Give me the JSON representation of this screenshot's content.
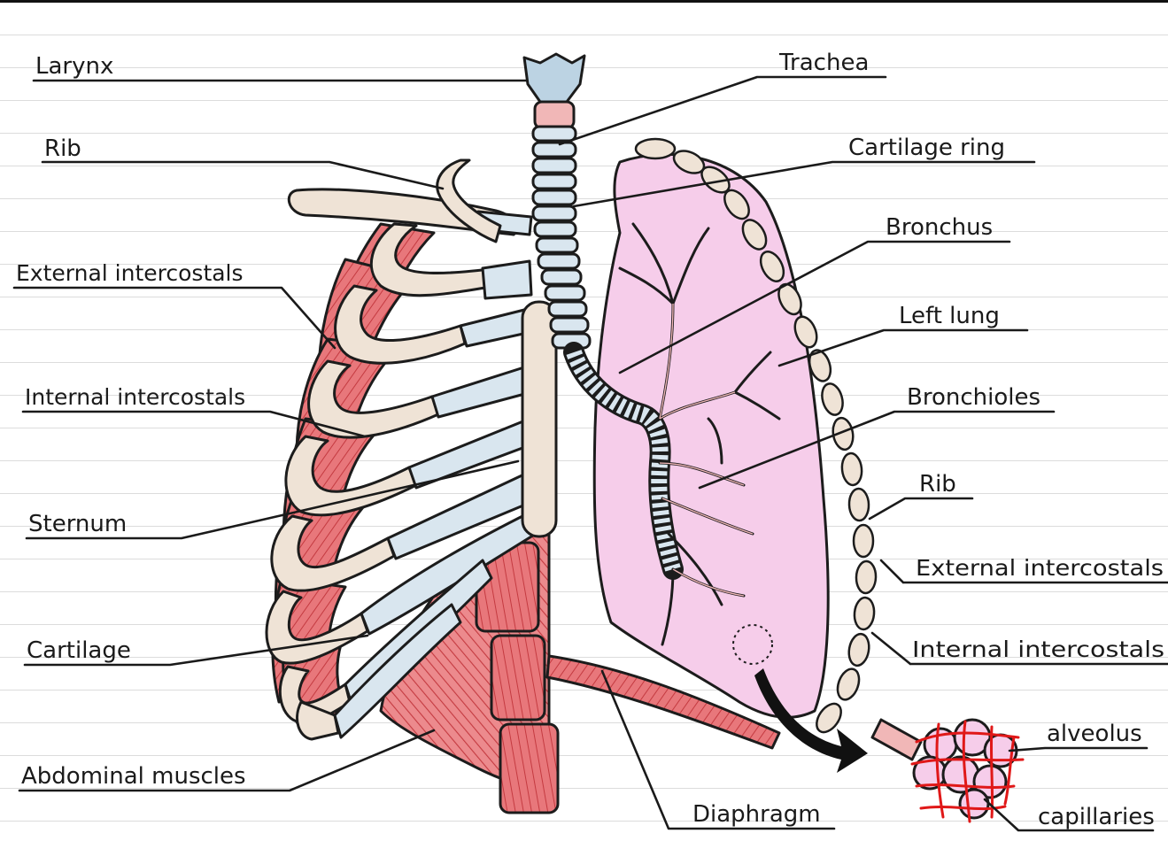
{
  "labels": {
    "larynx": "Larynx",
    "trachea": "Trachea",
    "rib_left": "Rib",
    "cartilage_ring": "Cartilage ring",
    "bronchus": "Bronchus",
    "external_intercostals_left": "External intercostals",
    "left_lung": "Left lung",
    "internal_intercostals_left": "Internal intercostals",
    "bronchioles": "Bronchioles",
    "sternum": "Sternum",
    "rib_right": "Rib",
    "external_intercostals_right": "External intercostals",
    "cartilage": "Cartilage",
    "internal_intercostals_right": "Internal intercostals",
    "alveolus": "alveolus",
    "abdominal_muscles": "Abdominal muscles",
    "diaphragm": "Diaphragm",
    "capillaries": "capillaries"
  },
  "colors": {
    "bone": "#efe3d6",
    "cartilage": "#d9e6ef",
    "muscle": "#e6767a",
    "muscle_line": "#c8393f",
    "lung": "#f6cdea",
    "capillary": "#e01818"
  }
}
